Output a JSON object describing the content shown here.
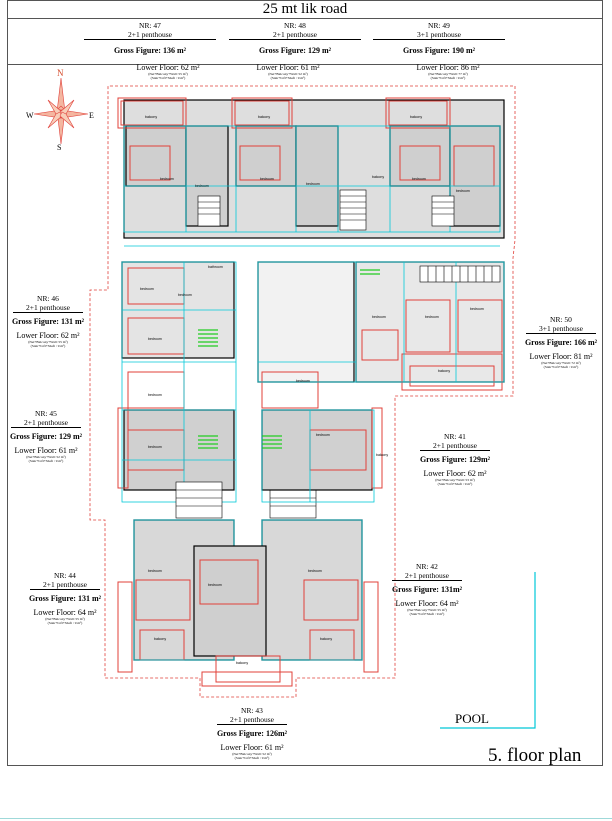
{
  "road": "25 mt lik road",
  "top_units": [
    {
      "nr": "NR: 47",
      "type": "2+1 penthouse",
      "gross": "Gross Figure: 136 m²",
      "lower": "Lower Floor: 62  m²",
      "note1": "(Net+Balcony+Wall: 55 m²)",
      "note2": "(Stair+Lift+Shaft : 9 m²)"
    },
    {
      "nr": "NR: 48",
      "type": "2+1 penthouse",
      "gross": "Gross Figure: 129 m²",
      "lower": "Lower Floor: 61  m²",
      "note1": "(Net+Balcony+Wall: 52 m²)",
      "note2": "(Stair+Lift+Shaft : 9 m²)"
    },
    {
      "nr": "NR: 49",
      "type": "3+1 penthouse",
      "gross": "Gross Figure: 190 m²",
      "lower": "Lower Floor: 86  m²",
      "note1": "(Net+Balcony+Wall: 77 m²)",
      "note2": "(Stair+Lift+Shaft : 9 m²)"
    }
  ],
  "side_units": {
    "nr46": {
      "nr": "NR: 46",
      "type": "2+1 penthouse",
      "gross": "Gross Figure: 131 m²",
      "lower": "Lower Floor: 62  m²",
      "note1": "(Net+Balcony+Wall: 55 m²)",
      "note2": "(Stair+Lift+Shaft : 9 m²)"
    },
    "nr45": {
      "nr": "NR: 45",
      "type": "2+1 penthouse",
      "gross": "Gross Figure: 129 m²",
      "lower": "Lower Floor: 61  m²",
      "note1": "(Net+Balcony+Wall: 52 m²)",
      "note2": "(Stair+Lift+Shaft : 9 m²)"
    },
    "nr44": {
      "nr": "NR: 44",
      "type": "2+1 penthouse",
      "gross": "Gross Figure: 131 m²",
      "lower": "Lower Floor: 64  m²",
      "note1": "(Net+Balcony+Wall: 55 m²)",
      "note2": "(Stair+Lift+Shaft : 9 m²)"
    },
    "nr43": {
      "nr": "NR: 43",
      "type": "2+1 penthouse",
      "gross": "Gross Figure: 126m²",
      "lower": "Lower Floor: 61  m²",
      "note1": "(Net+Balcony+Wall: 52 m²)",
      "note2": "(Stair+Lift+Shaft : 9 m²)"
    },
    "nr42": {
      "nr": "NR: 42",
      "type": "2+1 penthouse",
      "gross": "Gross Figure: 131m²",
      "lower": "Lower Floor: 64  m²",
      "note1": "(Net+Balcony+Wall: 55 m²)",
      "note2": "(Stair+Lift+Shaft : 9 m²)"
    },
    "nr41": {
      "nr": "NR: 41",
      "type": "2+1 penthouse",
      "gross": "Gross Figure: 129m²",
      "lower": "Lower Floor: 62  m²",
      "note1": "(Net+Balcony+Wall: 53 m²)",
      "note2": "(Stair+Lift+Shaft : 9 m²)"
    },
    "nr50": {
      "nr": "NR: 50",
      "type": "3+1 penthouse",
      "gross": "Gross Figure: 166 m²",
      "lower": "Lower Floor: 81  m²",
      "note1": "(Net+Balcony+Wall: 72 m²)",
      "note2": "(Stair+Lift+Shaft : 9 m²)"
    }
  },
  "compass": {
    "n": "N",
    "s": "S",
    "e": "E",
    "w": "W"
  },
  "room_labels": {
    "bedroom": "bedroom",
    "balcony": "balcony",
    "bathroom": "bathroom"
  },
  "pool": "POOL",
  "floor_plan": "5. floor plan",
  "colors": {
    "wall": "#000000",
    "red": "#e0403a",
    "cyan": "#00c8d8",
    "gray": "#c8c8c8",
    "green": "#22cc22"
  }
}
